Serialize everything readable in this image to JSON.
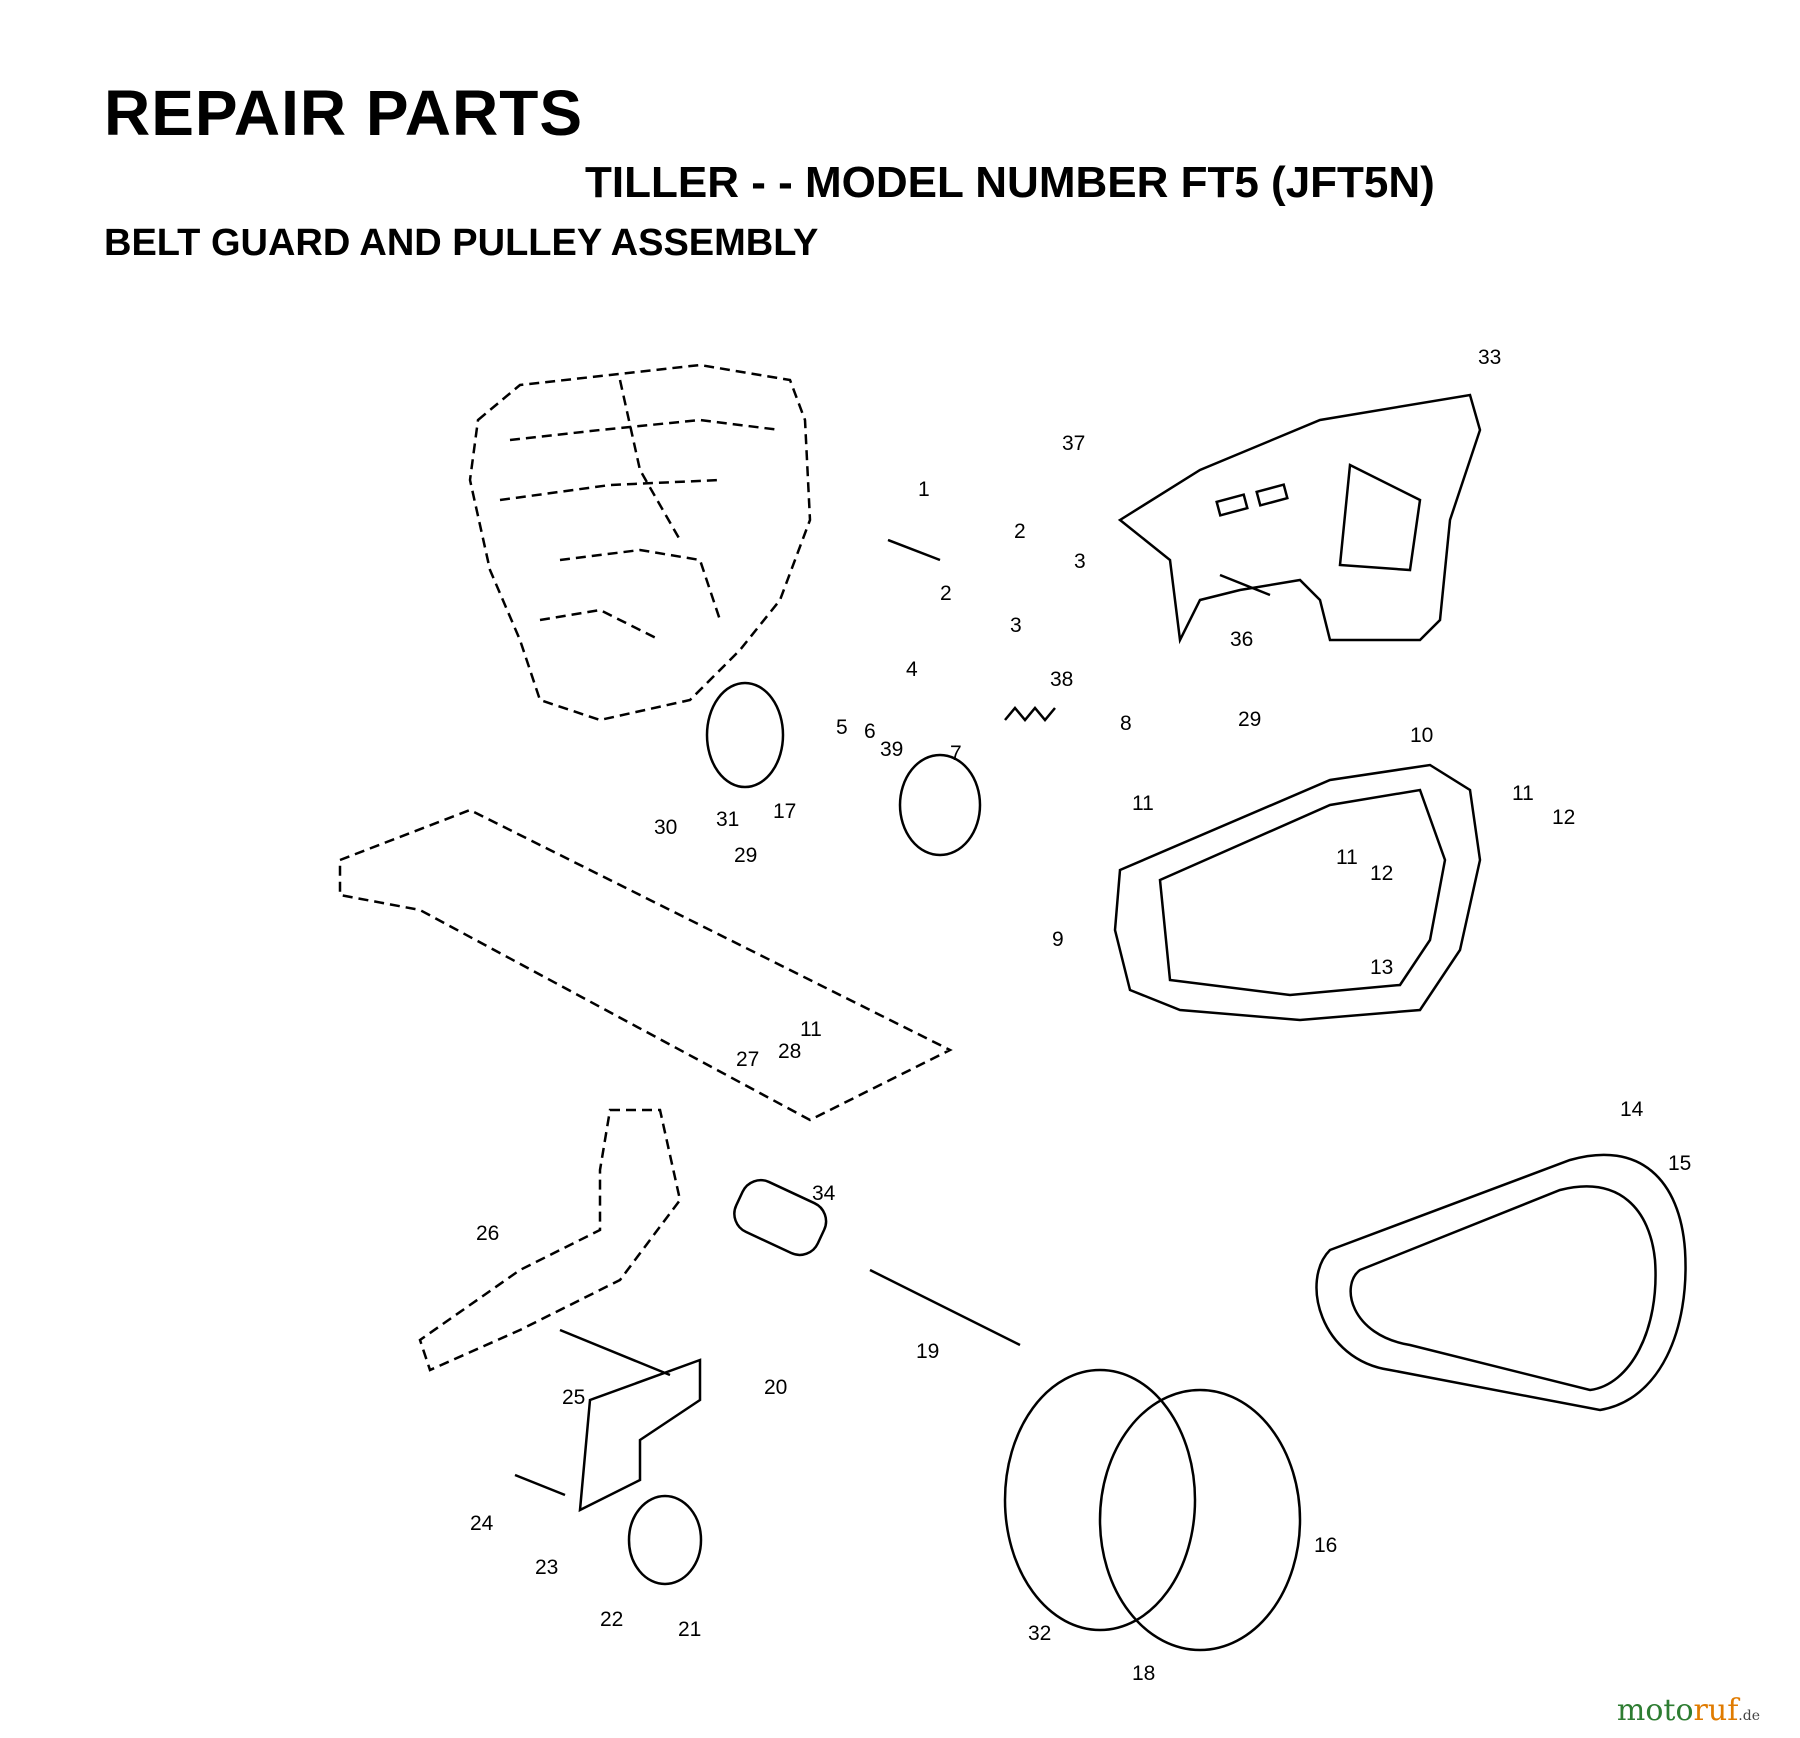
{
  "header": {
    "title": "REPAIR PARTS",
    "subtitle": "TILLER - - MODEL NUMBER FT5 (JFT5N)",
    "section": "BELT GUARD AND PULLEY ASSEMBLY"
  },
  "callouts": [
    "1",
    "2",
    "2",
    "3",
    "3",
    "4",
    "5",
    "6",
    "7",
    "8",
    "9",
    "10",
    "11",
    "11",
    "11",
    "11",
    "12",
    "12",
    "13",
    "14",
    "15",
    "16",
    "17",
    "18",
    "19",
    "20",
    "21",
    "22",
    "23",
    "24",
    "25",
    "26",
    "27",
    "28",
    "29",
    "29",
    "30",
    "31",
    "32",
    "33",
    "34",
    "36",
    "37",
    "38",
    "39"
  ],
  "logo": {
    "brand_a": "moto",
    "brand_b": "ruf",
    "suffix": ".de"
  }
}
